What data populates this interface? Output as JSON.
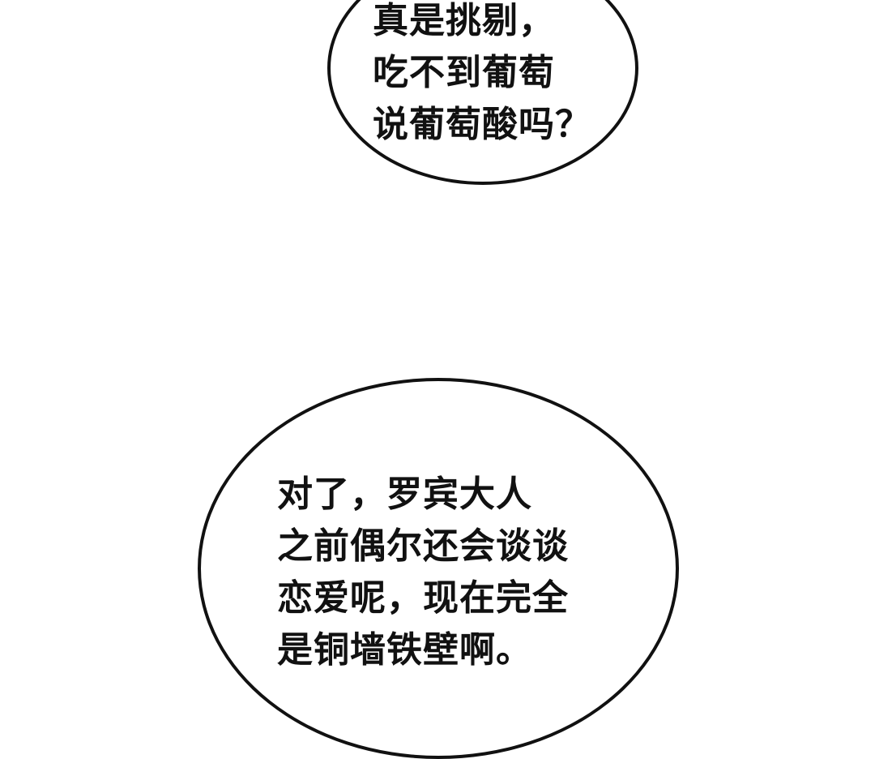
{
  "bubble_top": {
    "lines": [
      "真是挑剔，",
      "吃不到葡萄",
      "说葡萄酸吗？"
    ]
  },
  "bubble_bottom": {
    "lines": [
      "对了，罗宾大人",
      "之前偶尔还会谈谈",
      "恋爱呢，现在完全",
      "是铜墙铁壁啊。"
    ]
  }
}
